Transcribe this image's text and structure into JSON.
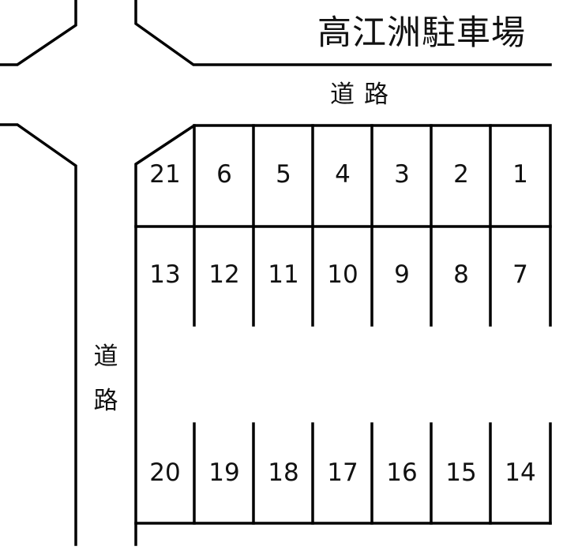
{
  "title": "高江洲駐車場",
  "road_label_top": "道路",
  "road_label_side": [
    "道",
    "路"
  ],
  "colors": {
    "line": "#000000",
    "text": "#111111",
    "background": "#ffffff"
  },
  "spaces": {
    "row1": [
      "21",
      "6",
      "5",
      "4",
      "3",
      "2",
      "1"
    ],
    "row2": [
      "13",
      "12",
      "11",
      "10",
      "9",
      "8",
      "7"
    ],
    "row3": [
      "20",
      "19",
      "18",
      "17",
      "16",
      "15",
      "14"
    ]
  }
}
